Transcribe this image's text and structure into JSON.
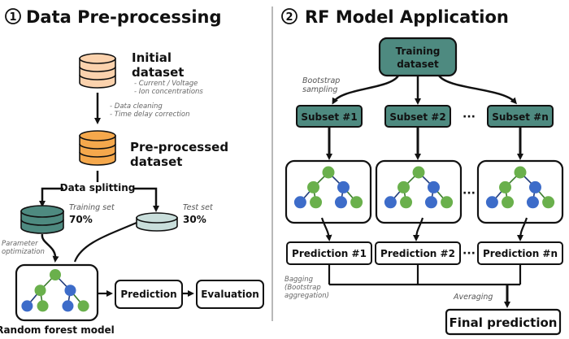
{
  "left": {
    "step_number": "1",
    "title": "Data Pre-processing",
    "initial_dataset": {
      "line1": "Initial",
      "line2": "dataset",
      "notes": [
        "- Current / Voltage",
        "- Ion concentrations"
      ]
    },
    "cleaning_notes": [
      "- Data cleaning",
      "- Time delay correction"
    ],
    "preprocessed_dataset": {
      "line1": "Pre-processed",
      "line2": "dataset"
    },
    "data_splitting": "Data splitting",
    "training_set": {
      "label": "Training set",
      "percent": "70%"
    },
    "test_set": {
      "label": "Test set",
      "percent": "30%"
    },
    "parameter_note": [
      "Parameter",
      "optimization"
    ],
    "model_label": "Random forest model",
    "prediction": "Prediction",
    "evaluation": "Evaluation"
  },
  "right": {
    "step_number": "2",
    "title": "RF Model Application",
    "training_dataset": {
      "line1": "Training",
      "line2": "dataset"
    },
    "bootstrap_note": [
      "Bootstrap",
      "sampling"
    ],
    "subsets": [
      "Subset #1",
      "Subset #2",
      "Subset #n"
    ],
    "predictions": [
      "Prediction #1",
      "Prediction #2",
      "Prediction #n"
    ],
    "ellipsis": "···",
    "bagging_note": [
      "Bagging",
      "(Bootstrap",
      "aggregation)"
    ],
    "averaging": "Averaging",
    "final_prediction": "Final prediction"
  },
  "colors": {
    "peach": "#fbd2ad",
    "orange": "#f5a84c",
    "teal": "#4e8a80",
    "teal_light": "#c9dedb",
    "node_green": "#6ab04c",
    "node_blue": "#3d6cc9"
  }
}
